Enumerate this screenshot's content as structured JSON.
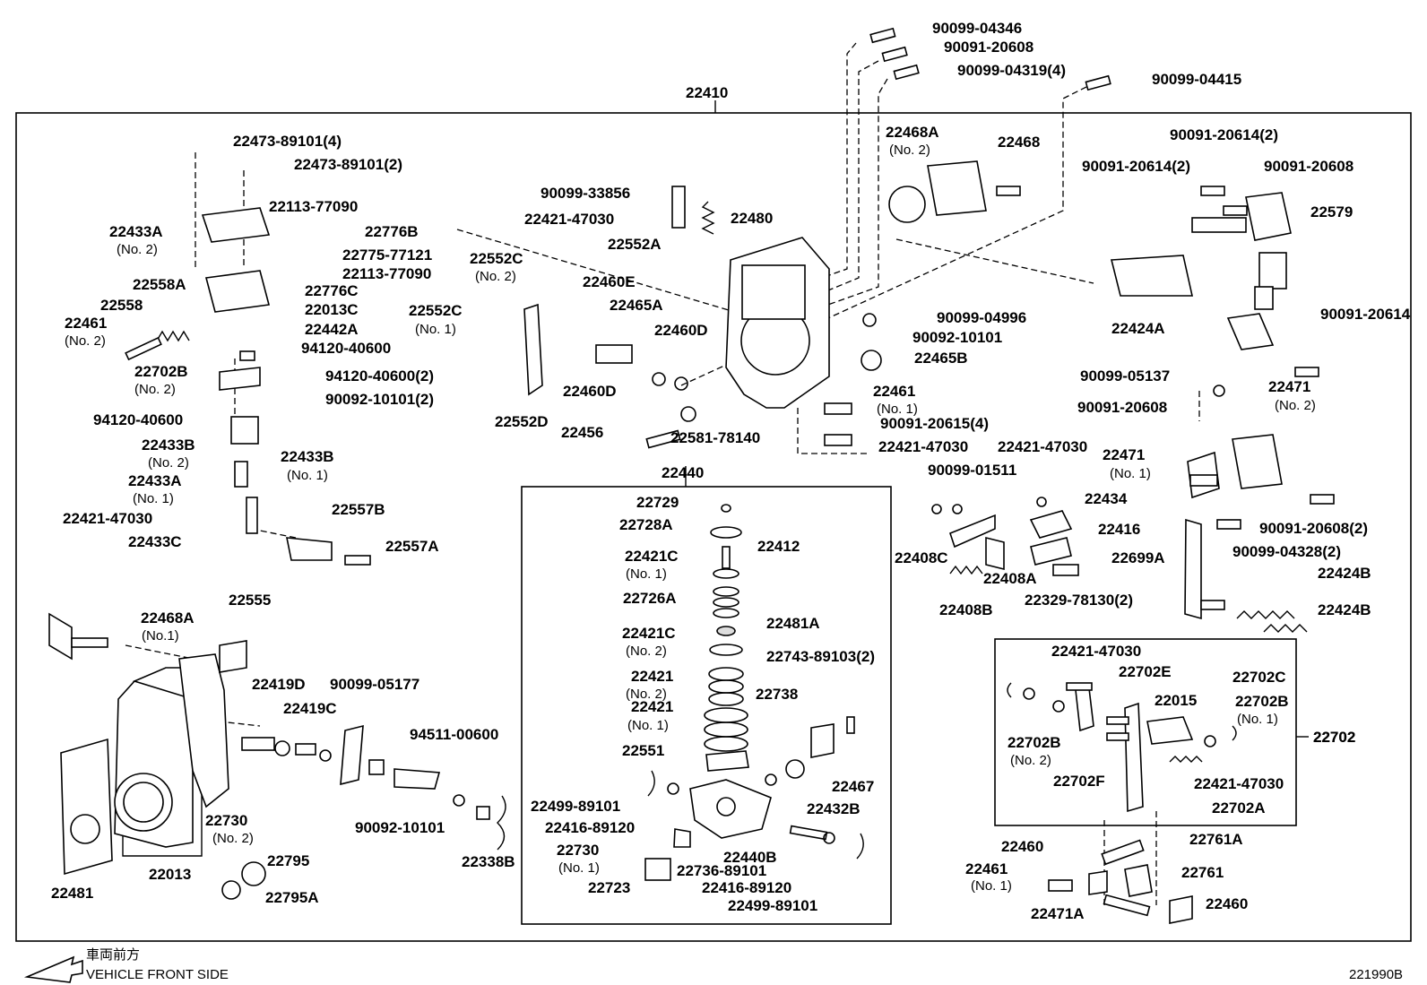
{
  "diagram": {
    "assembly_number": "22410",
    "sub_assembly_number": "22440",
    "sub_group_number": "22702",
    "illustration_code": "221990B",
    "front_side_label_jp": "車両前方",
    "front_side_label_en": "VEHICLE FRONT SIDE"
  },
  "callouts": [
    {
      "id": "c1",
      "text": "90099-04346"
    },
    {
      "id": "c2",
      "text": "90091-20608"
    },
    {
      "id": "c3",
      "text": "90099-04319(4)"
    },
    {
      "id": "c4",
      "text": "90099-04415"
    },
    {
      "id": "c5",
      "text": "22473-89101(4)"
    },
    {
      "id": "c6",
      "text": "22473-89101(2)"
    },
    {
      "id": "c7",
      "text": "22468A"
    },
    {
      "id": "c8",
      "text": "(No. 2)",
      "sub": true
    },
    {
      "id": "c9",
      "text": "22468"
    },
    {
      "id": "c10",
      "text": "90091-20614(2)"
    },
    {
      "id": "c11",
      "text": "90091-20614(2)"
    },
    {
      "id": "c12",
      "text": "90091-20608"
    },
    {
      "id": "c13",
      "text": "22579"
    },
    {
      "id": "c14",
      "text": "22113-77090"
    },
    {
      "id": "c15",
      "text": "22776B"
    },
    {
      "id": "c16",
      "text": "22433A"
    },
    {
      "id": "c17",
      "text": "(No. 2)",
      "sub": true
    },
    {
      "id": "c18",
      "text": "22775-77121"
    },
    {
      "id": "c19",
      "text": "22113-77090"
    },
    {
      "id": "c20",
      "text": "90099-33856"
    },
    {
      "id": "c21",
      "text": "22421-47030"
    },
    {
      "id": "c22",
      "text": "22552A"
    },
    {
      "id": "c23",
      "text": "22480"
    },
    {
      "id": "c24",
      "text": "22552C"
    },
    {
      "id": "c25",
      "text": "(No. 2)",
      "sub": true
    },
    {
      "id": "c26",
      "text": "22558A"
    },
    {
      "id": "c27",
      "text": "22776C"
    },
    {
      "id": "c28",
      "text": "22013C"
    },
    {
      "id": "c29",
      "text": "22442A"
    },
    {
      "id": "c30",
      "text": "22558"
    },
    {
      "id": "c31",
      "text": "22552C"
    },
    {
      "id": "c32",
      "text": "(No. 1)",
      "sub": true
    },
    {
      "id": "c33",
      "text": "22460E"
    },
    {
      "id": "c34",
      "text": "22465A"
    },
    {
      "id": "c35",
      "text": "90099-04996"
    },
    {
      "id": "c36",
      "text": "22424A"
    },
    {
      "id": "c37",
      "text": "90091-20614"
    },
    {
      "id": "c38",
      "text": "22461"
    },
    {
      "id": "c39",
      "text": "(No. 2)",
      "sub": true
    },
    {
      "id": "c40",
      "text": "94120-40600"
    },
    {
      "id": "c41",
      "text": "22460D"
    },
    {
      "id": "c42",
      "text": "90092-10101"
    },
    {
      "id": "c43",
      "text": "22465B"
    },
    {
      "id": "c44",
      "text": "22702B"
    },
    {
      "id": "c45",
      "text": "(No. 2)",
      "sub": true
    },
    {
      "id": "c46",
      "text": "94120-40600(2)"
    },
    {
      "id": "c47",
      "text": "90092-10101(2)"
    },
    {
      "id": "c48",
      "text": "22460D"
    },
    {
      "id": "c49",
      "text": "90099-05137"
    },
    {
      "id": "c50",
      "text": "22471"
    },
    {
      "id": "c51",
      "text": "(No. 2)",
      "sub": true
    },
    {
      "id": "c52",
      "text": "22461"
    },
    {
      "id": "c53",
      "text": "(No. 1)",
      "sub": true
    },
    {
      "id": "c54",
      "text": "90091-20608"
    },
    {
      "id": "c55",
      "text": "94120-40600"
    },
    {
      "id": "c56",
      "text": "22552D"
    },
    {
      "id": "c57",
      "text": "22456"
    },
    {
      "id": "c58",
      "text": "90091-20615(4)"
    },
    {
      "id": "c59",
      "text": "22433B"
    },
    {
      "id": "c60",
      "text": "(No. 2)",
      "sub": true
    },
    {
      "id": "c61",
      "text": "22433B"
    },
    {
      "id": "c62",
      "text": "(No. 1)",
      "sub": true
    },
    {
      "id": "c63",
      "text": "22581-78140"
    },
    {
      "id": "c64",
      "text": "22421-47030"
    },
    {
      "id": "c65",
      "text": "22421-47030"
    },
    {
      "id": "c66",
      "text": "22471"
    },
    {
      "id": "c67",
      "text": "(No. 1)",
      "sub": true
    },
    {
      "id": "c68",
      "text": "22433A"
    },
    {
      "id": "c69",
      "text": "(No. 1)",
      "sub": true
    },
    {
      "id": "c70",
      "text": "90099-01511"
    },
    {
      "id": "c71",
      "text": "22434"
    },
    {
      "id": "c72",
      "text": "22729"
    },
    {
      "id": "c73",
      "text": "22421-47030"
    },
    {
      "id": "c74",
      "text": "22557B"
    },
    {
      "id": "c75",
      "text": "22416"
    },
    {
      "id": "c76",
      "text": "90091-20608(2)"
    },
    {
      "id": "c77",
      "text": "22728A"
    },
    {
      "id": "c78",
      "text": "22433C"
    },
    {
      "id": "c79",
      "text": "22557A"
    },
    {
      "id": "c80",
      "text": "22408C"
    },
    {
      "id": "c81",
      "text": "22408A"
    },
    {
      "id": "c82",
      "text": "22699A"
    },
    {
      "id": "c83",
      "text": "90099-04328(2)"
    },
    {
      "id": "c84",
      "text": "22412"
    },
    {
      "id": "c85",
      "text": "22421C"
    },
    {
      "id": "c86",
      "text": "(No. 1)",
      "sub": true
    },
    {
      "id": "c87",
      "text": "22424B"
    },
    {
      "id": "c88",
      "text": "22329-78130(2)"
    },
    {
      "id": "c89",
      "text": "22726A"
    },
    {
      "id": "c90",
      "text": "22408B"
    },
    {
      "id": "c91",
      "text": "22424B"
    },
    {
      "id": "c92",
      "text": "22555"
    },
    {
      "id": "c93",
      "text": "22468A"
    },
    {
      "id": "c94",
      "text": "(No.1)",
      "sub": true
    },
    {
      "id": "c95",
      "text": "22481A"
    },
    {
      "id": "c96",
      "text": "22421C"
    },
    {
      "id": "c97",
      "text": "(No. 2)",
      "sub": true
    },
    {
      "id": "c98",
      "text": "22743-89103(2)"
    },
    {
      "id": "c99",
      "text": "22421-47030"
    },
    {
      "id": "c100",
      "text": "22702E"
    },
    {
      "id": "c101",
      "text": "22702C"
    },
    {
      "id": "c102",
      "text": "22419D"
    },
    {
      "id": "c103",
      "text": "90099-05177"
    },
    {
      "id": "c104",
      "text": "22421"
    },
    {
      "id": "c105",
      "text": "(No. 2)",
      "sub": true
    },
    {
      "id": "c106",
      "text": "22738"
    },
    {
      "id": "c107",
      "text": "22015"
    },
    {
      "id": "c108",
      "text": "22702B"
    },
    {
      "id": "c109",
      "text": "(No. 1)",
      "sub": true
    },
    {
      "id": "c110",
      "text": "22419C"
    },
    {
      "id": "c111",
      "text": "22421"
    },
    {
      "id": "c112",
      "text": "(No. 1)",
      "sub": true
    },
    {
      "id": "c113",
      "text": "22702"
    },
    {
      "id": "c114",
      "text": "94511-00600"
    },
    {
      "id": "c115",
      "text": "22702B"
    },
    {
      "id": "c116",
      "text": "(No. 2)",
      "sub": true
    },
    {
      "id": "c117",
      "text": "22551"
    },
    {
      "id": "c118",
      "text": "22702F"
    },
    {
      "id": "c119",
      "text": "22421-47030"
    },
    {
      "id": "c120",
      "text": "22467"
    },
    {
      "id": "c121",
      "text": "22499-89101"
    },
    {
      "id": "c122",
      "text": "22432B"
    },
    {
      "id": "c123",
      "text": "22702A"
    },
    {
      "id": "c124",
      "text": "90092-10101"
    },
    {
      "id": "c125",
      "text": "22416-89120"
    },
    {
      "id": "c126",
      "text": "22730"
    },
    {
      "id": "c127",
      "text": "(No. 2)",
      "sub": true
    },
    {
      "id": "c128",
      "text": "22730"
    },
    {
      "id": "c129",
      "text": "(No. 1)",
      "sub": true
    },
    {
      "id": "c130",
      "text": "22440B"
    },
    {
      "id": "c131",
      "text": "22761A"
    },
    {
      "id": "c132",
      "text": "22460"
    },
    {
      "id": "c133",
      "text": "22795"
    },
    {
      "id": "c134",
      "text": "22338B"
    },
    {
      "id": "c135",
      "text": "22736-89101"
    },
    {
      "id": "c136",
      "text": "22461"
    },
    {
      "id": "c137",
      "text": "(No. 1)",
      "sub": true
    },
    {
      "id": "c138",
      "text": "22761"
    },
    {
      "id": "c139",
      "text": "22013"
    },
    {
      "id": "c140",
      "text": "22723"
    },
    {
      "id": "c141",
      "text": "22416-89120"
    },
    {
      "id": "c142",
      "text": "22481"
    },
    {
      "id": "c143",
      "text": "22795A"
    },
    {
      "id": "c144",
      "text": "22499-89101"
    },
    {
      "id": "c145",
      "text": "22471A"
    },
    {
      "id": "c146",
      "text": "22460"
    }
  ]
}
